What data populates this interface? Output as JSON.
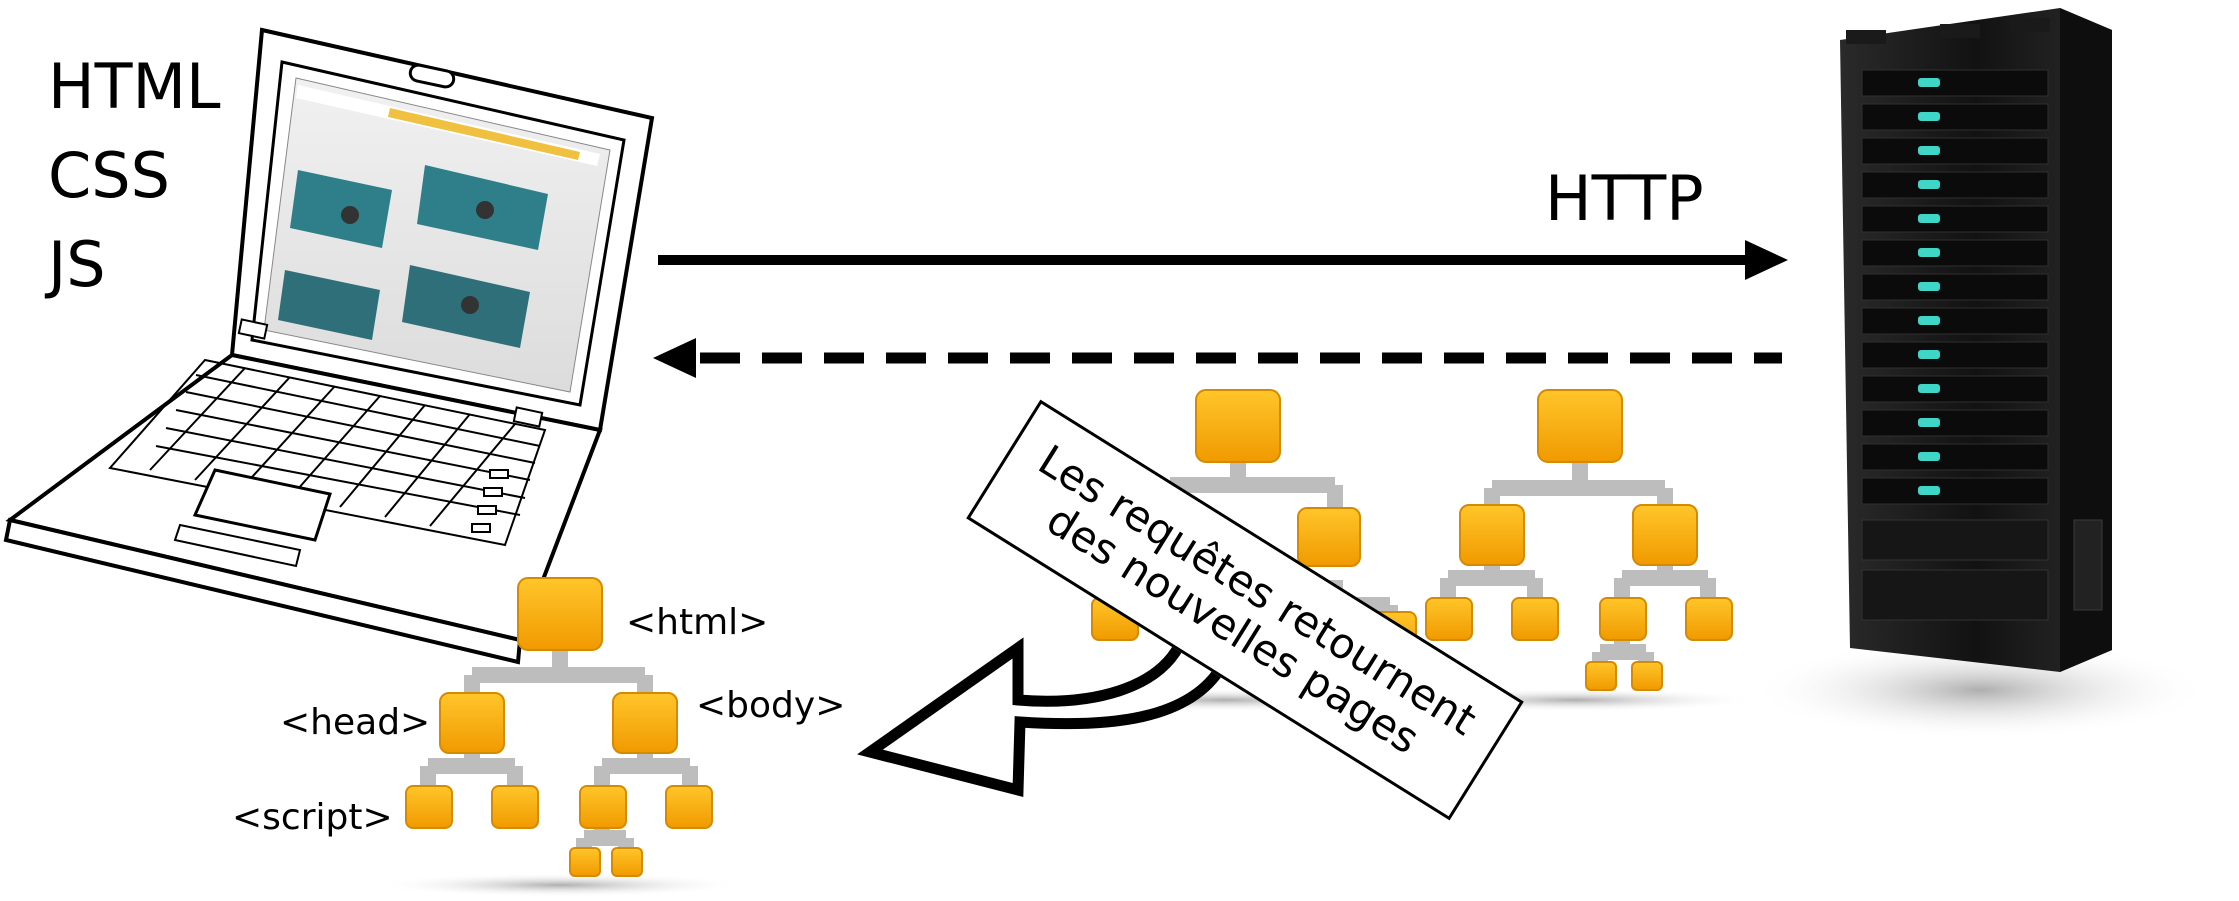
{
  "client": {
    "technologies": [
      "HTML",
      "CSS",
      "JS"
    ]
  },
  "protocol": {
    "label": "HTTP"
  },
  "response": {
    "callout_line1": "Les requêtes retournent",
    "callout_line2": "des nouvelles pages"
  },
  "dom_tree": {
    "html_tag": "<html>",
    "head_tag": "<head>",
    "body_tag": "<body>",
    "script_tag": "<script>"
  },
  "colors": {
    "node_fill": "#f2a900",
    "node_edge": "#d58a00",
    "connector": "#bdbdbd",
    "server_body": "#1c1c1c",
    "server_led": "#3fd6c8"
  }
}
